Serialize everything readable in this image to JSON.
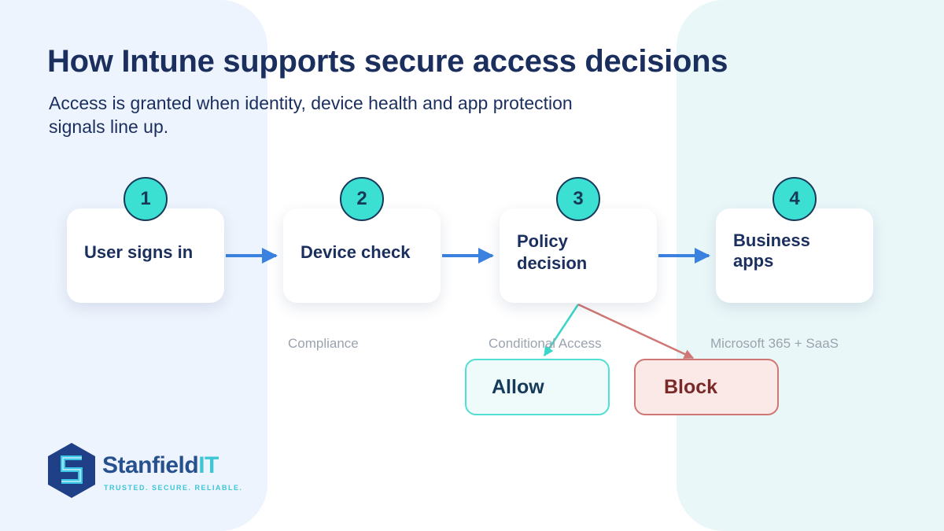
{
  "header": {
    "title": "How Intune supports secure access decisions",
    "subtitle": "Access is granted when identity, device health and app protection signals line up."
  },
  "steps": [
    {
      "number": "1",
      "label": "User signs in",
      "caption": ""
    },
    {
      "number": "2",
      "label": "Device check",
      "caption": "Compliance"
    },
    {
      "number": "3",
      "label": "Policy decision",
      "caption": "Conditional Access"
    },
    {
      "number": "4",
      "label": "Business apps",
      "caption": "Microsoft 365 + SaaS"
    }
  ],
  "outcomes": {
    "allow": "Allow",
    "block": "Block"
  },
  "brand": {
    "name_main": "Stanfield",
    "name_accent": "IT",
    "tagline": "TRUSTED. SECURE. RELIABLE."
  },
  "colors": {
    "navy": "#1b2f5e",
    "teal": "#3ce0d3",
    "arrow_blue": "#3b82e0",
    "block_red": "#cf7774",
    "allow_teal": "#52ded2"
  }
}
